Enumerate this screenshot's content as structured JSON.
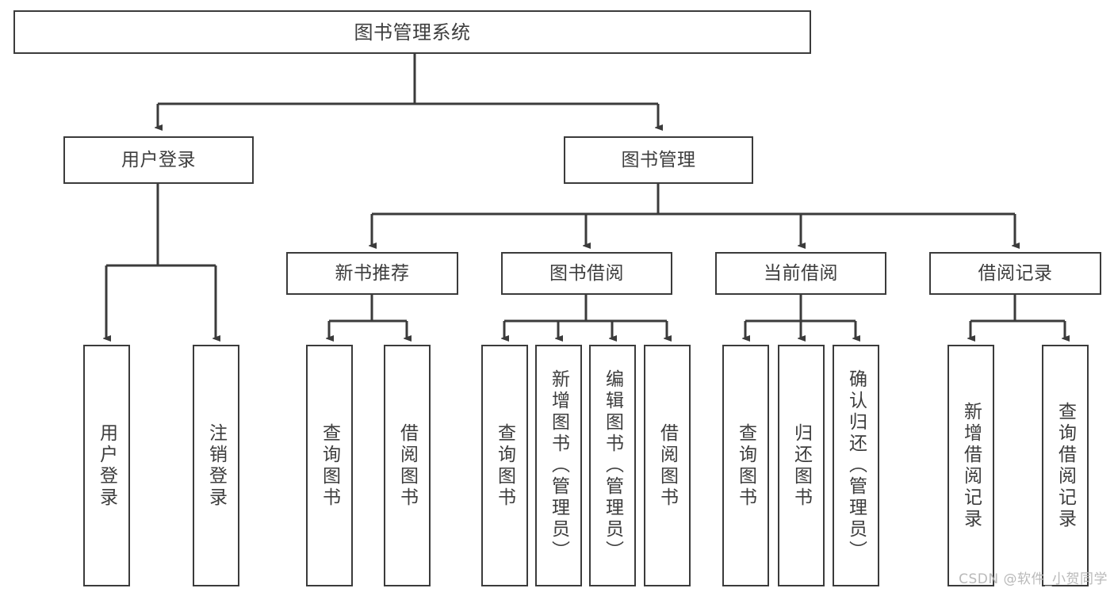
{
  "diagram": {
    "title": "图书管理系统",
    "type": "tree",
    "background_color": "#ffffff",
    "line_color": "#3b3b3b",
    "text_color": "#3d3d3d",
    "root": {
      "label": "图书管理系统"
    },
    "level2": [
      {
        "label": "用户登录"
      },
      {
        "label": "图书管理"
      }
    ],
    "level3": [
      {
        "label": "新书推荐"
      },
      {
        "label": "图书借阅"
      },
      {
        "label": "当前借阅"
      },
      {
        "label": "借阅记录"
      }
    ],
    "leaves": {
      "user_login": [
        {
          "label": "用户登录"
        },
        {
          "label": "注销登录"
        }
      ],
      "new_book_recommend": [
        {
          "label": "查询图书"
        },
        {
          "label": "借阅图书"
        }
      ],
      "book_borrow": [
        {
          "label": "查询图书"
        },
        {
          "label": "新增图书（管理员）"
        },
        {
          "label": "编辑图书（管理员）"
        },
        {
          "label": "借阅图书"
        }
      ],
      "current_borrow": [
        {
          "label": "查询图书"
        },
        {
          "label": "归还图书"
        },
        {
          "label": "确认归还（管理员）"
        }
      ],
      "borrow_record": [
        {
          "label": "新增借阅记录"
        },
        {
          "label": "查询借阅记录"
        }
      ]
    }
  },
  "watermark": {
    "text": "CSDN @软件_小贺同学"
  }
}
